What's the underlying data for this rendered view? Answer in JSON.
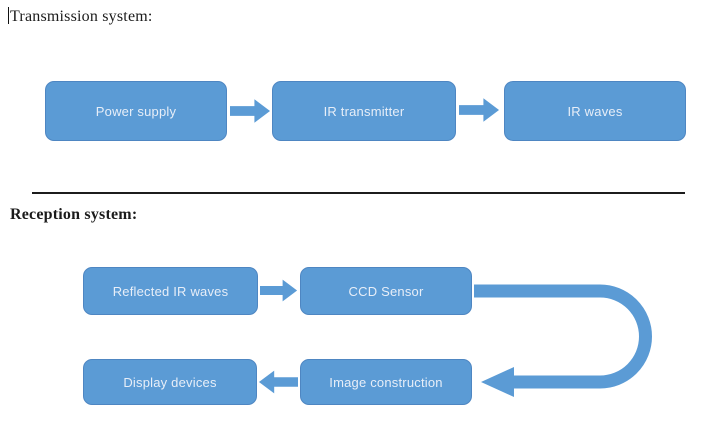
{
  "page": {
    "background": "#ffffff",
    "kind": "document-flowchart"
  },
  "colors": {
    "shape_fill": "#5b9bd5",
    "shape_border": "#4e86c2",
    "shape_text": "#e7eef8",
    "title_text": "#1b1b1b",
    "divider": "#1c1c1c"
  },
  "icons": {
    "arrow_right": "block-arrow-right",
    "arrow_left": "block-arrow-left",
    "u_turn": "u-turn-arrow"
  },
  "transmission": {
    "title": "Transmission system:",
    "nodes": [
      {
        "label": "Power supply"
      },
      {
        "label": "IR transmitter"
      },
      {
        "label": "IR waves"
      }
    ]
  },
  "reception": {
    "title": "Reception system:",
    "row1": [
      {
        "label": "Reflected IR waves"
      },
      {
        "label": "CCD Sensor"
      }
    ],
    "row2": [
      {
        "label": "Display devices"
      },
      {
        "label": "Image construction"
      }
    ]
  }
}
